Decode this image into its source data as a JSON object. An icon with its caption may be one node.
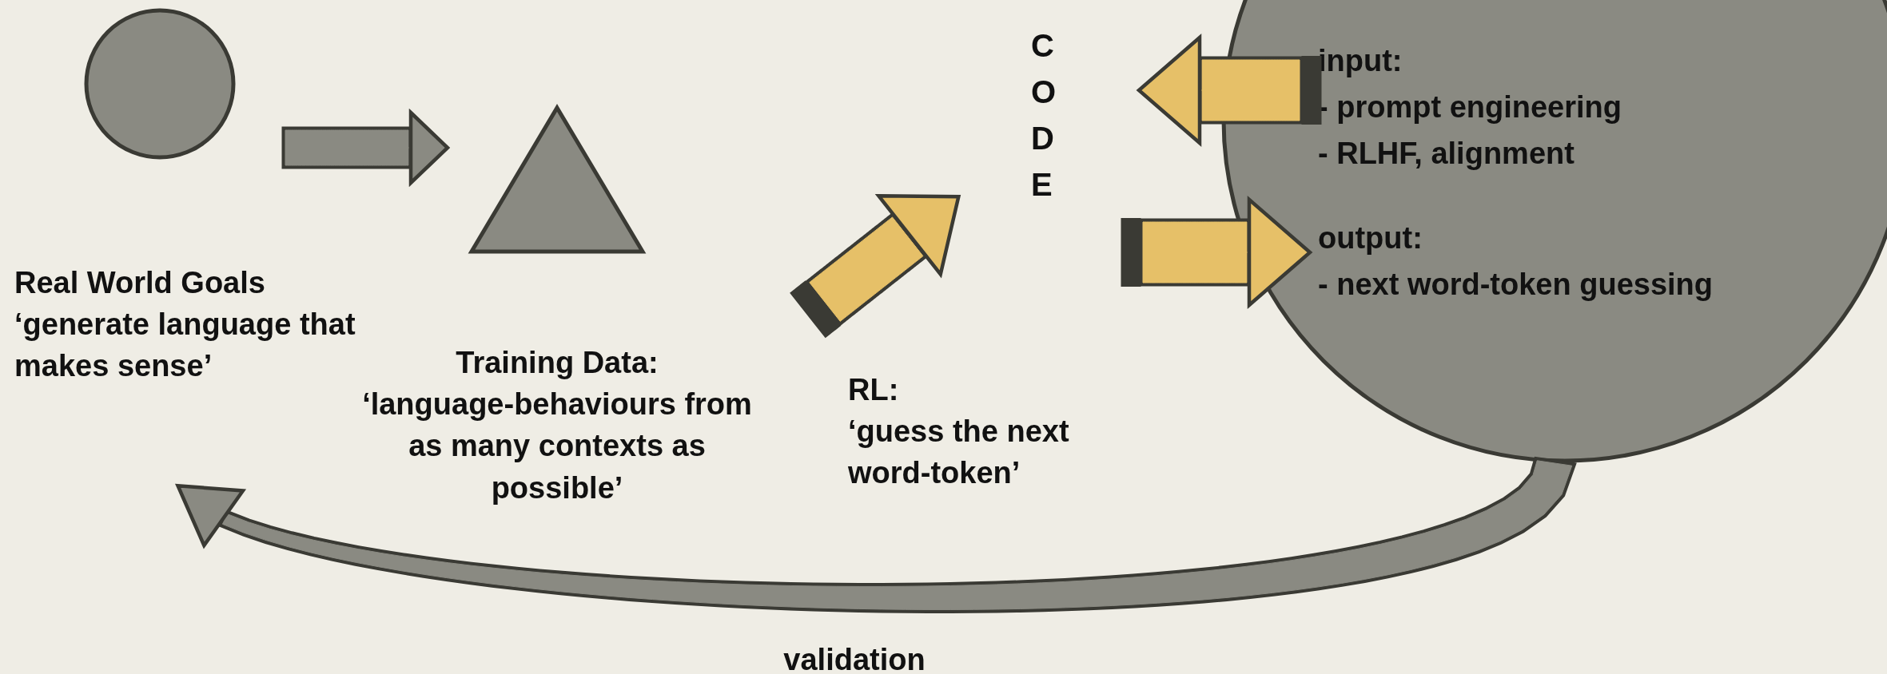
{
  "diagram": {
    "nodes": [
      {
        "text": [],
        "shape": "circle",
        "beside": [
          "Real World Goals",
          "‘generate language that makes sense’"
        ]
      },
      {
        "text": [],
        "shape": "triangle",
        "beside": [
          "Training Data:",
          "‘language-behaviours from as many contexts as possible’"
        ]
      },
      {
        "text": [
          "RL:",
          "‘guess the next word-token’"
        ]
      },
      {
        "text": [
          "CODE"
        ]
      },
      {
        "text": [
          "input:",
          "- prompt engineering",
          "- RLHF, alignment",
          "output:",
          "- next word-token guessing"
        ]
      }
    ],
    "edges": [
      {
        "from": 0,
        "to": 1,
        "arrow": "to",
        "color": "#8a8a82"
      },
      {
        "from": 2,
        "to": 3,
        "arrow": "to"
      },
      {
        "from": 4,
        "to": 3,
        "arrow": "to"
      },
      {
        "from": 3,
        "to": 4,
        "arrow": "to"
      },
      {
        "from": 4,
        "to": 0,
        "arrow": "to",
        "label": "validation",
        "color": "#8a8a82"
      }
    ]
  }
}
